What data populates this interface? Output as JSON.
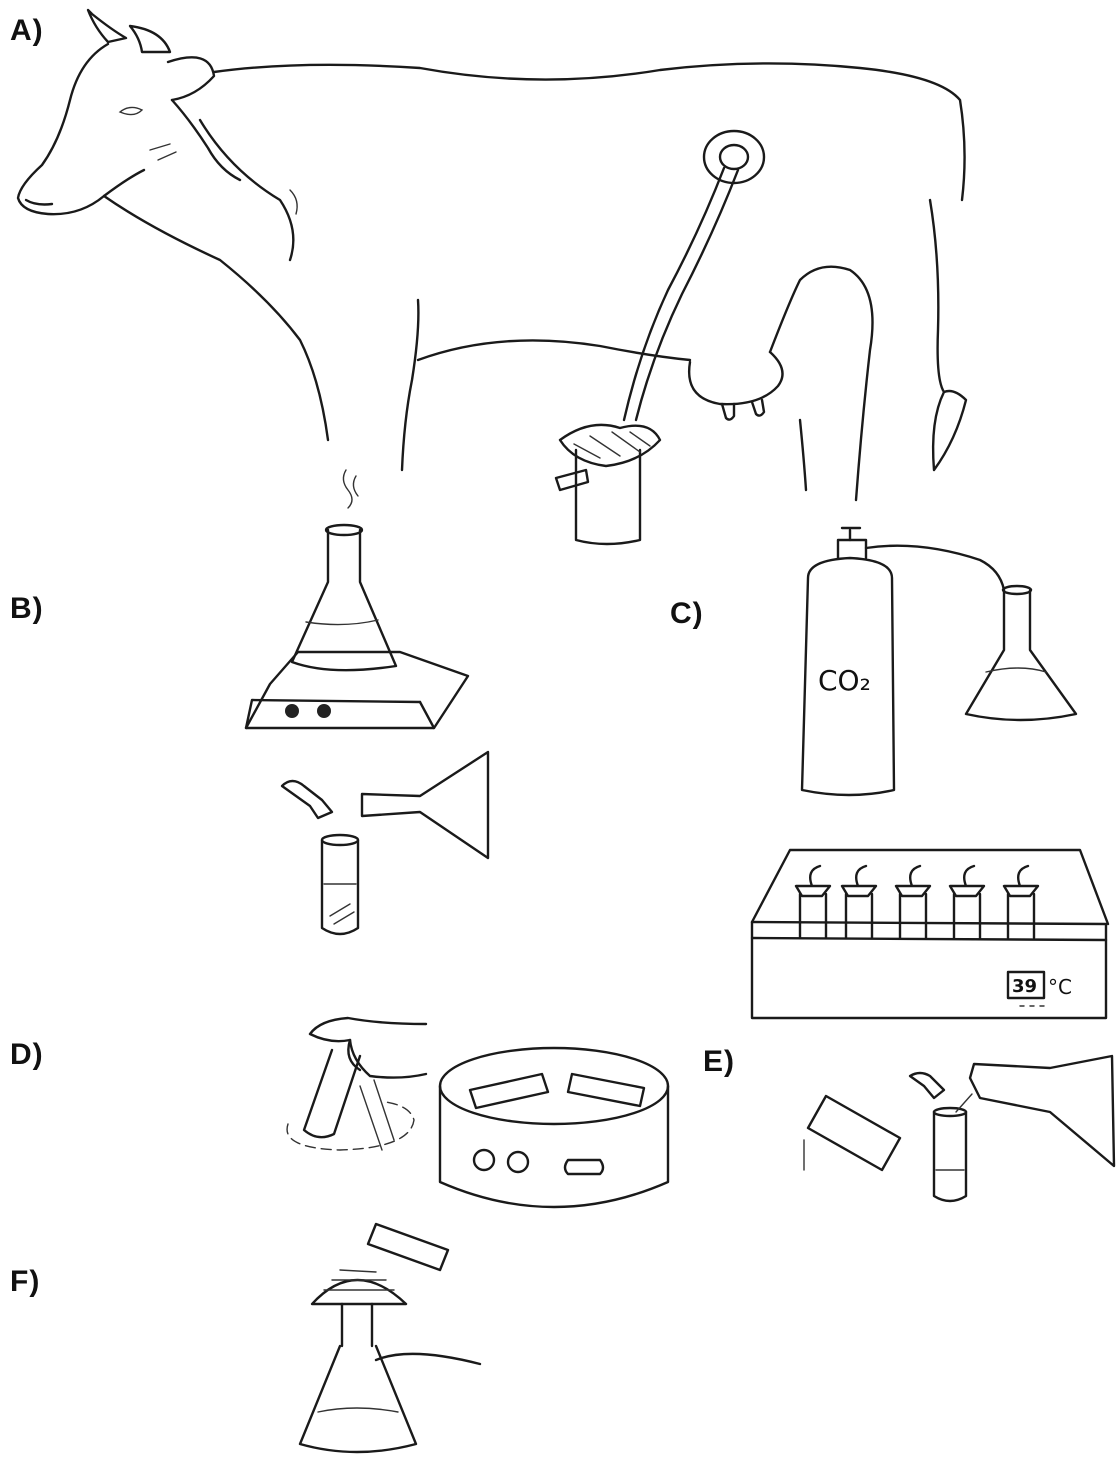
{
  "panels": {
    "a": "A)",
    "b": "B)",
    "c": "C)",
    "d": "D)",
    "e": "E)",
    "f": "F)"
  },
  "cylinder_label": "CO₂",
  "incubator_display": "39",
  "incubator_unit": "°C"
}
